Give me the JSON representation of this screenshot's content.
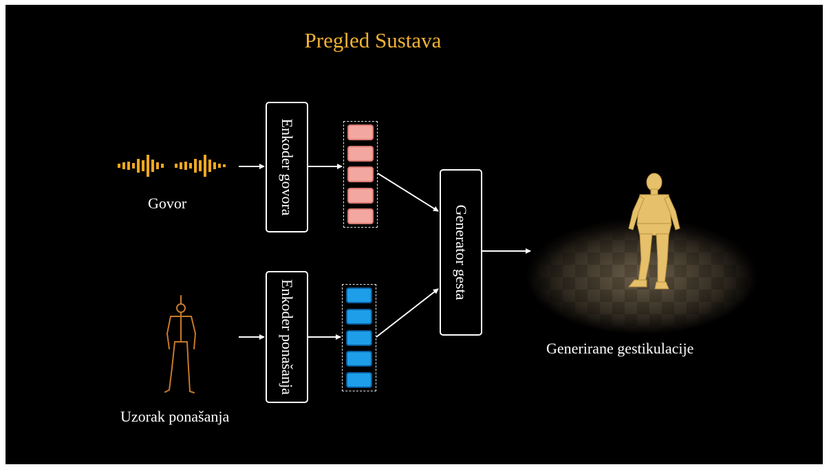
{
  "slide": {
    "title": "Pregled Sustava"
  },
  "inputs": {
    "speech_label": "Govor",
    "behavior_label": "Uzorak ponašanja"
  },
  "blocks": {
    "speech_encoder": "Enkoder govora",
    "behavior_encoder": "Enkoder ponašanja",
    "generator": "Generator gesta"
  },
  "output": {
    "label": "Generirane gestikulacije"
  },
  "colors": {
    "title": "#f2b233",
    "waveform": "#f0a820",
    "speech_features": "#f2a7a0",
    "behavior_features": "#1e9ee8",
    "skeleton": "#c87a2a",
    "avatar": "#e6c06a"
  },
  "icons": {
    "speech": "audio-waveform-icon",
    "behavior": "skeleton-figure-icon",
    "output": "3d-avatar-figure"
  }
}
